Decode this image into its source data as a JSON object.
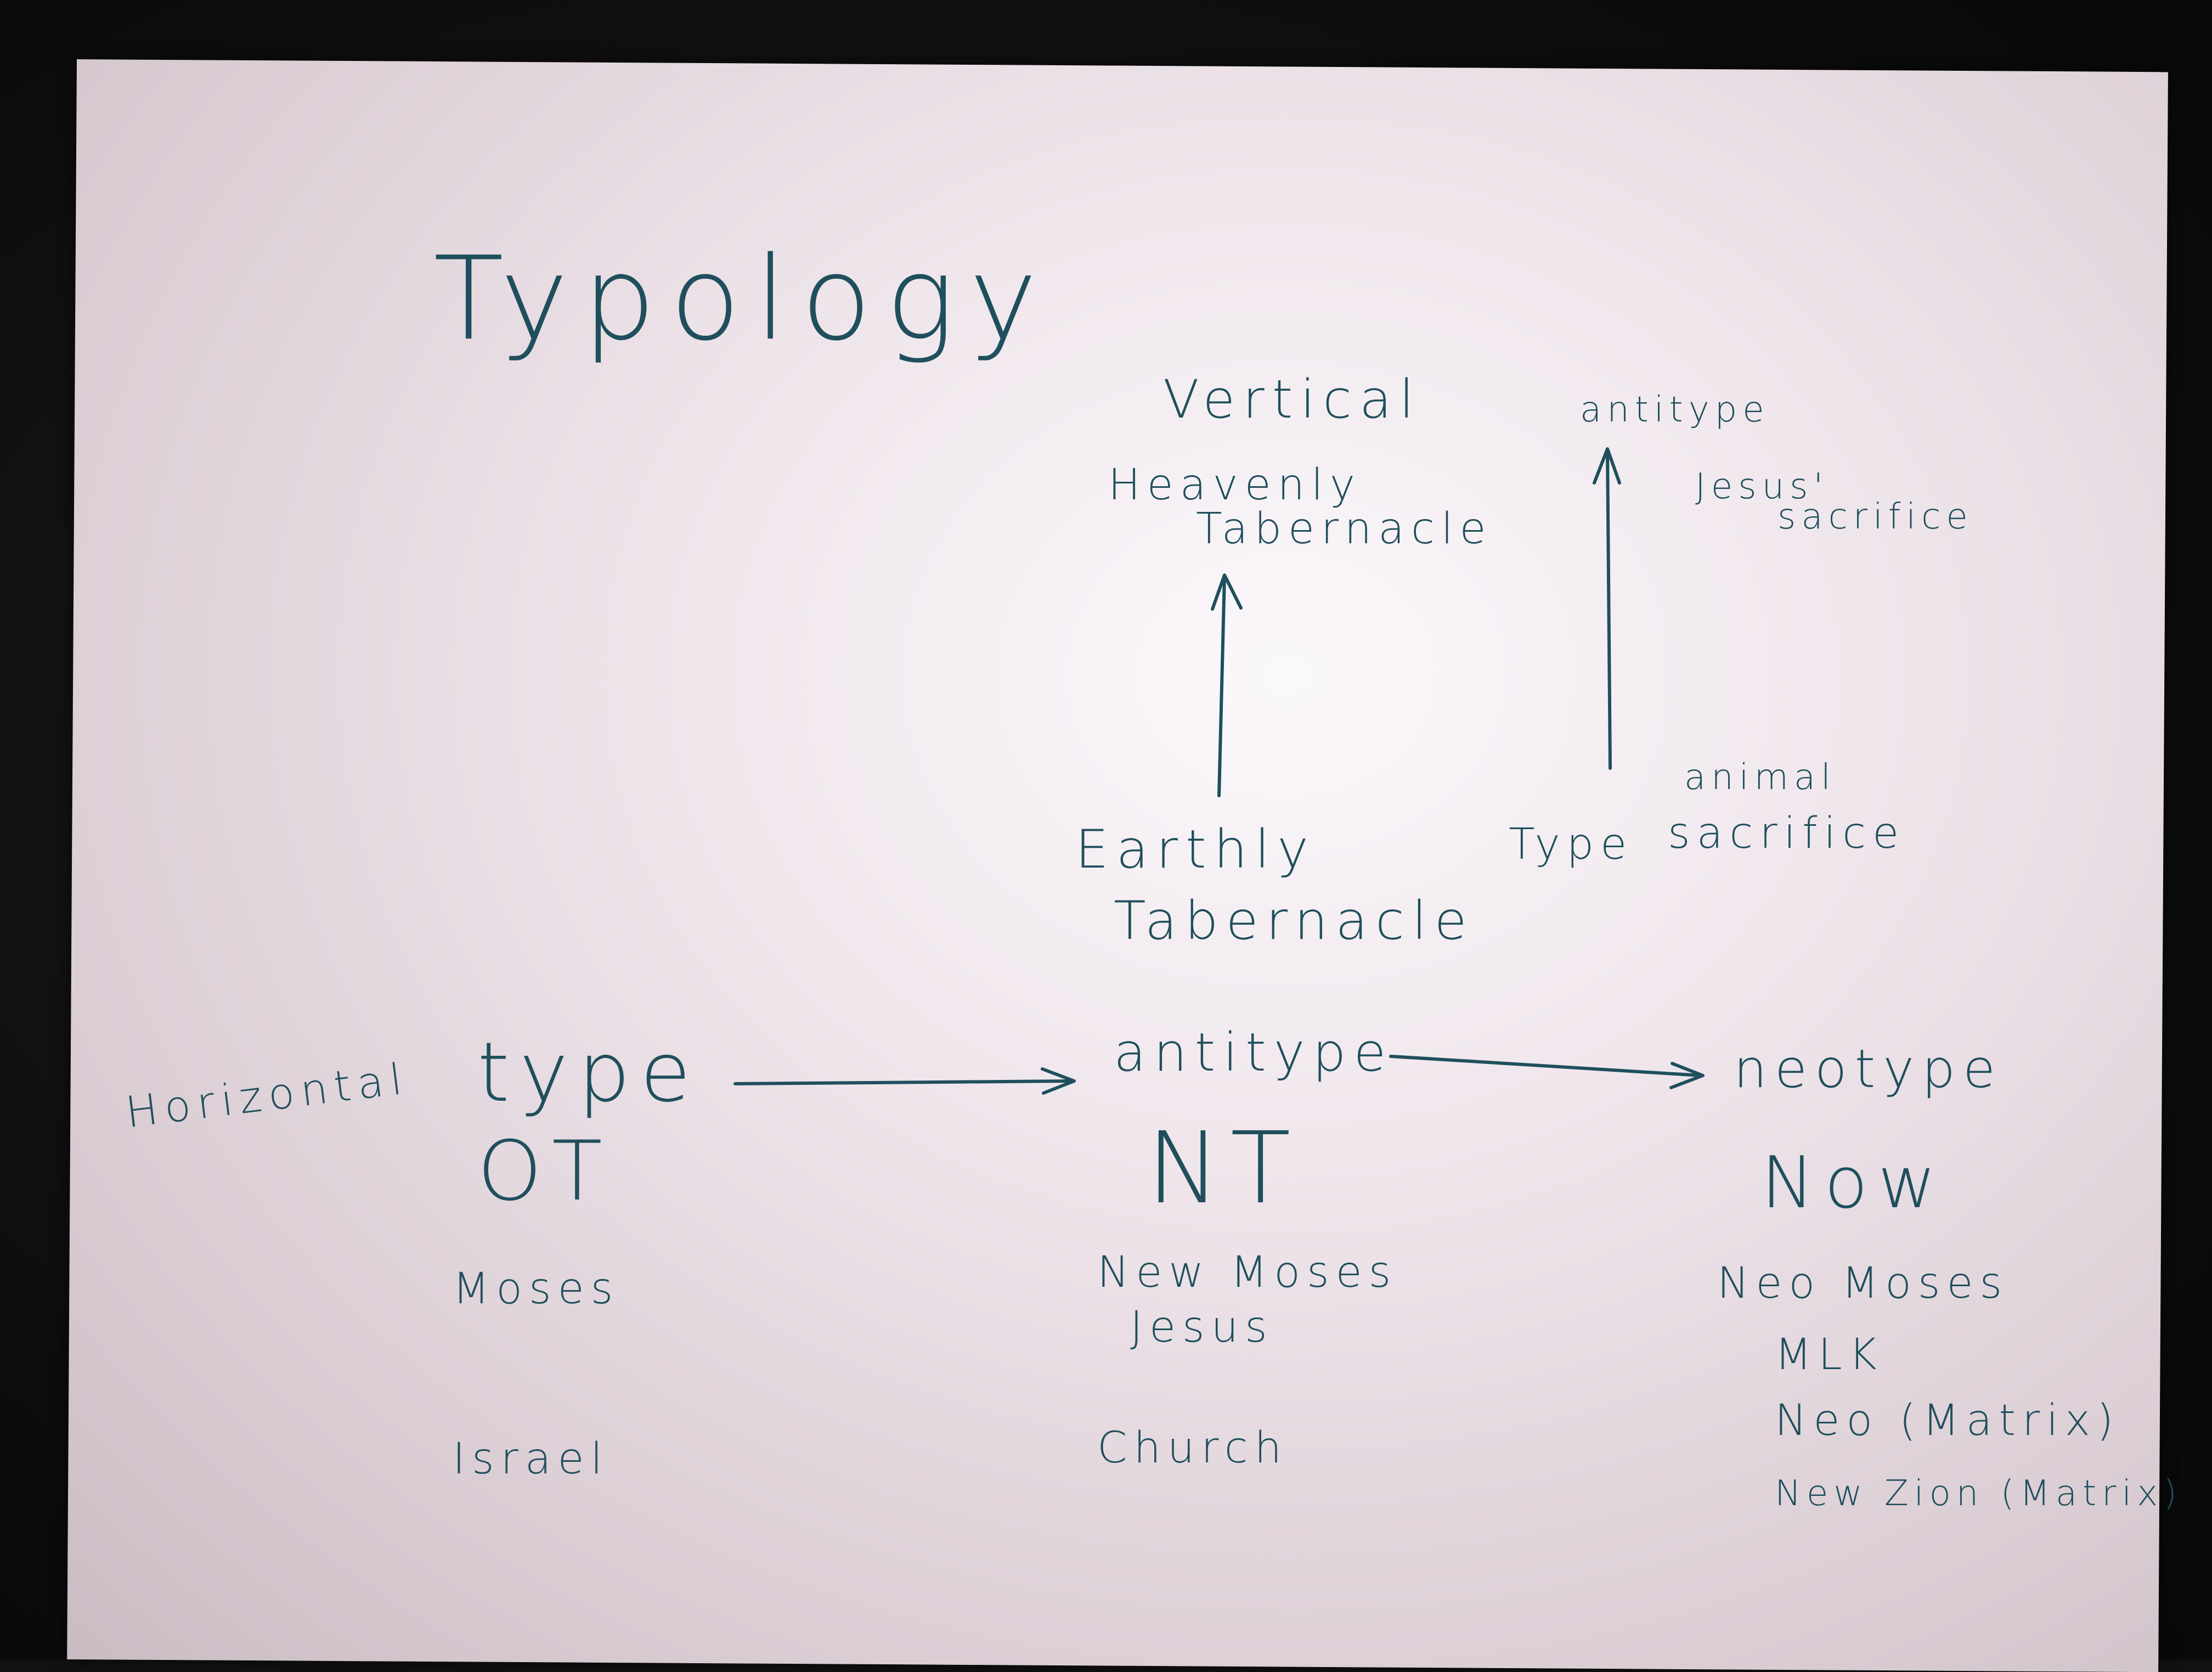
{
  "title": "Typology",
  "vertical": {
    "label": "Vertical",
    "left": {
      "top_line1": "Heavenly",
      "top_line2": "Tabernacle",
      "bottom_line1": "Earthly",
      "bottom_line2": "Tabernacle"
    },
    "right": {
      "top_label": "antitype",
      "top_line1": "Jesus'",
      "top_line2": "sacrifice",
      "bottom_label": "Type",
      "bottom_line1": "animal",
      "bottom_line2": "sacrifice"
    }
  },
  "horizontal": {
    "label": "Horizontal",
    "columns": [
      {
        "heading": "type",
        "era": "OT",
        "items": [
          "Moses",
          "Israel"
        ]
      },
      {
        "heading": "antitype",
        "era": "NT",
        "items": [
          "New Moses",
          "Jesus",
          "Church"
        ]
      },
      {
        "heading": "neotype",
        "era": "Now",
        "items": [
          "Neo Moses",
          "MLK",
          "Neo (Matrix)",
          "New Zion (Matrix)"
        ]
      }
    ]
  },
  "colors": {
    "ink": "#1f4f5c",
    "paper": "#efe6ec",
    "background": "#111111"
  }
}
